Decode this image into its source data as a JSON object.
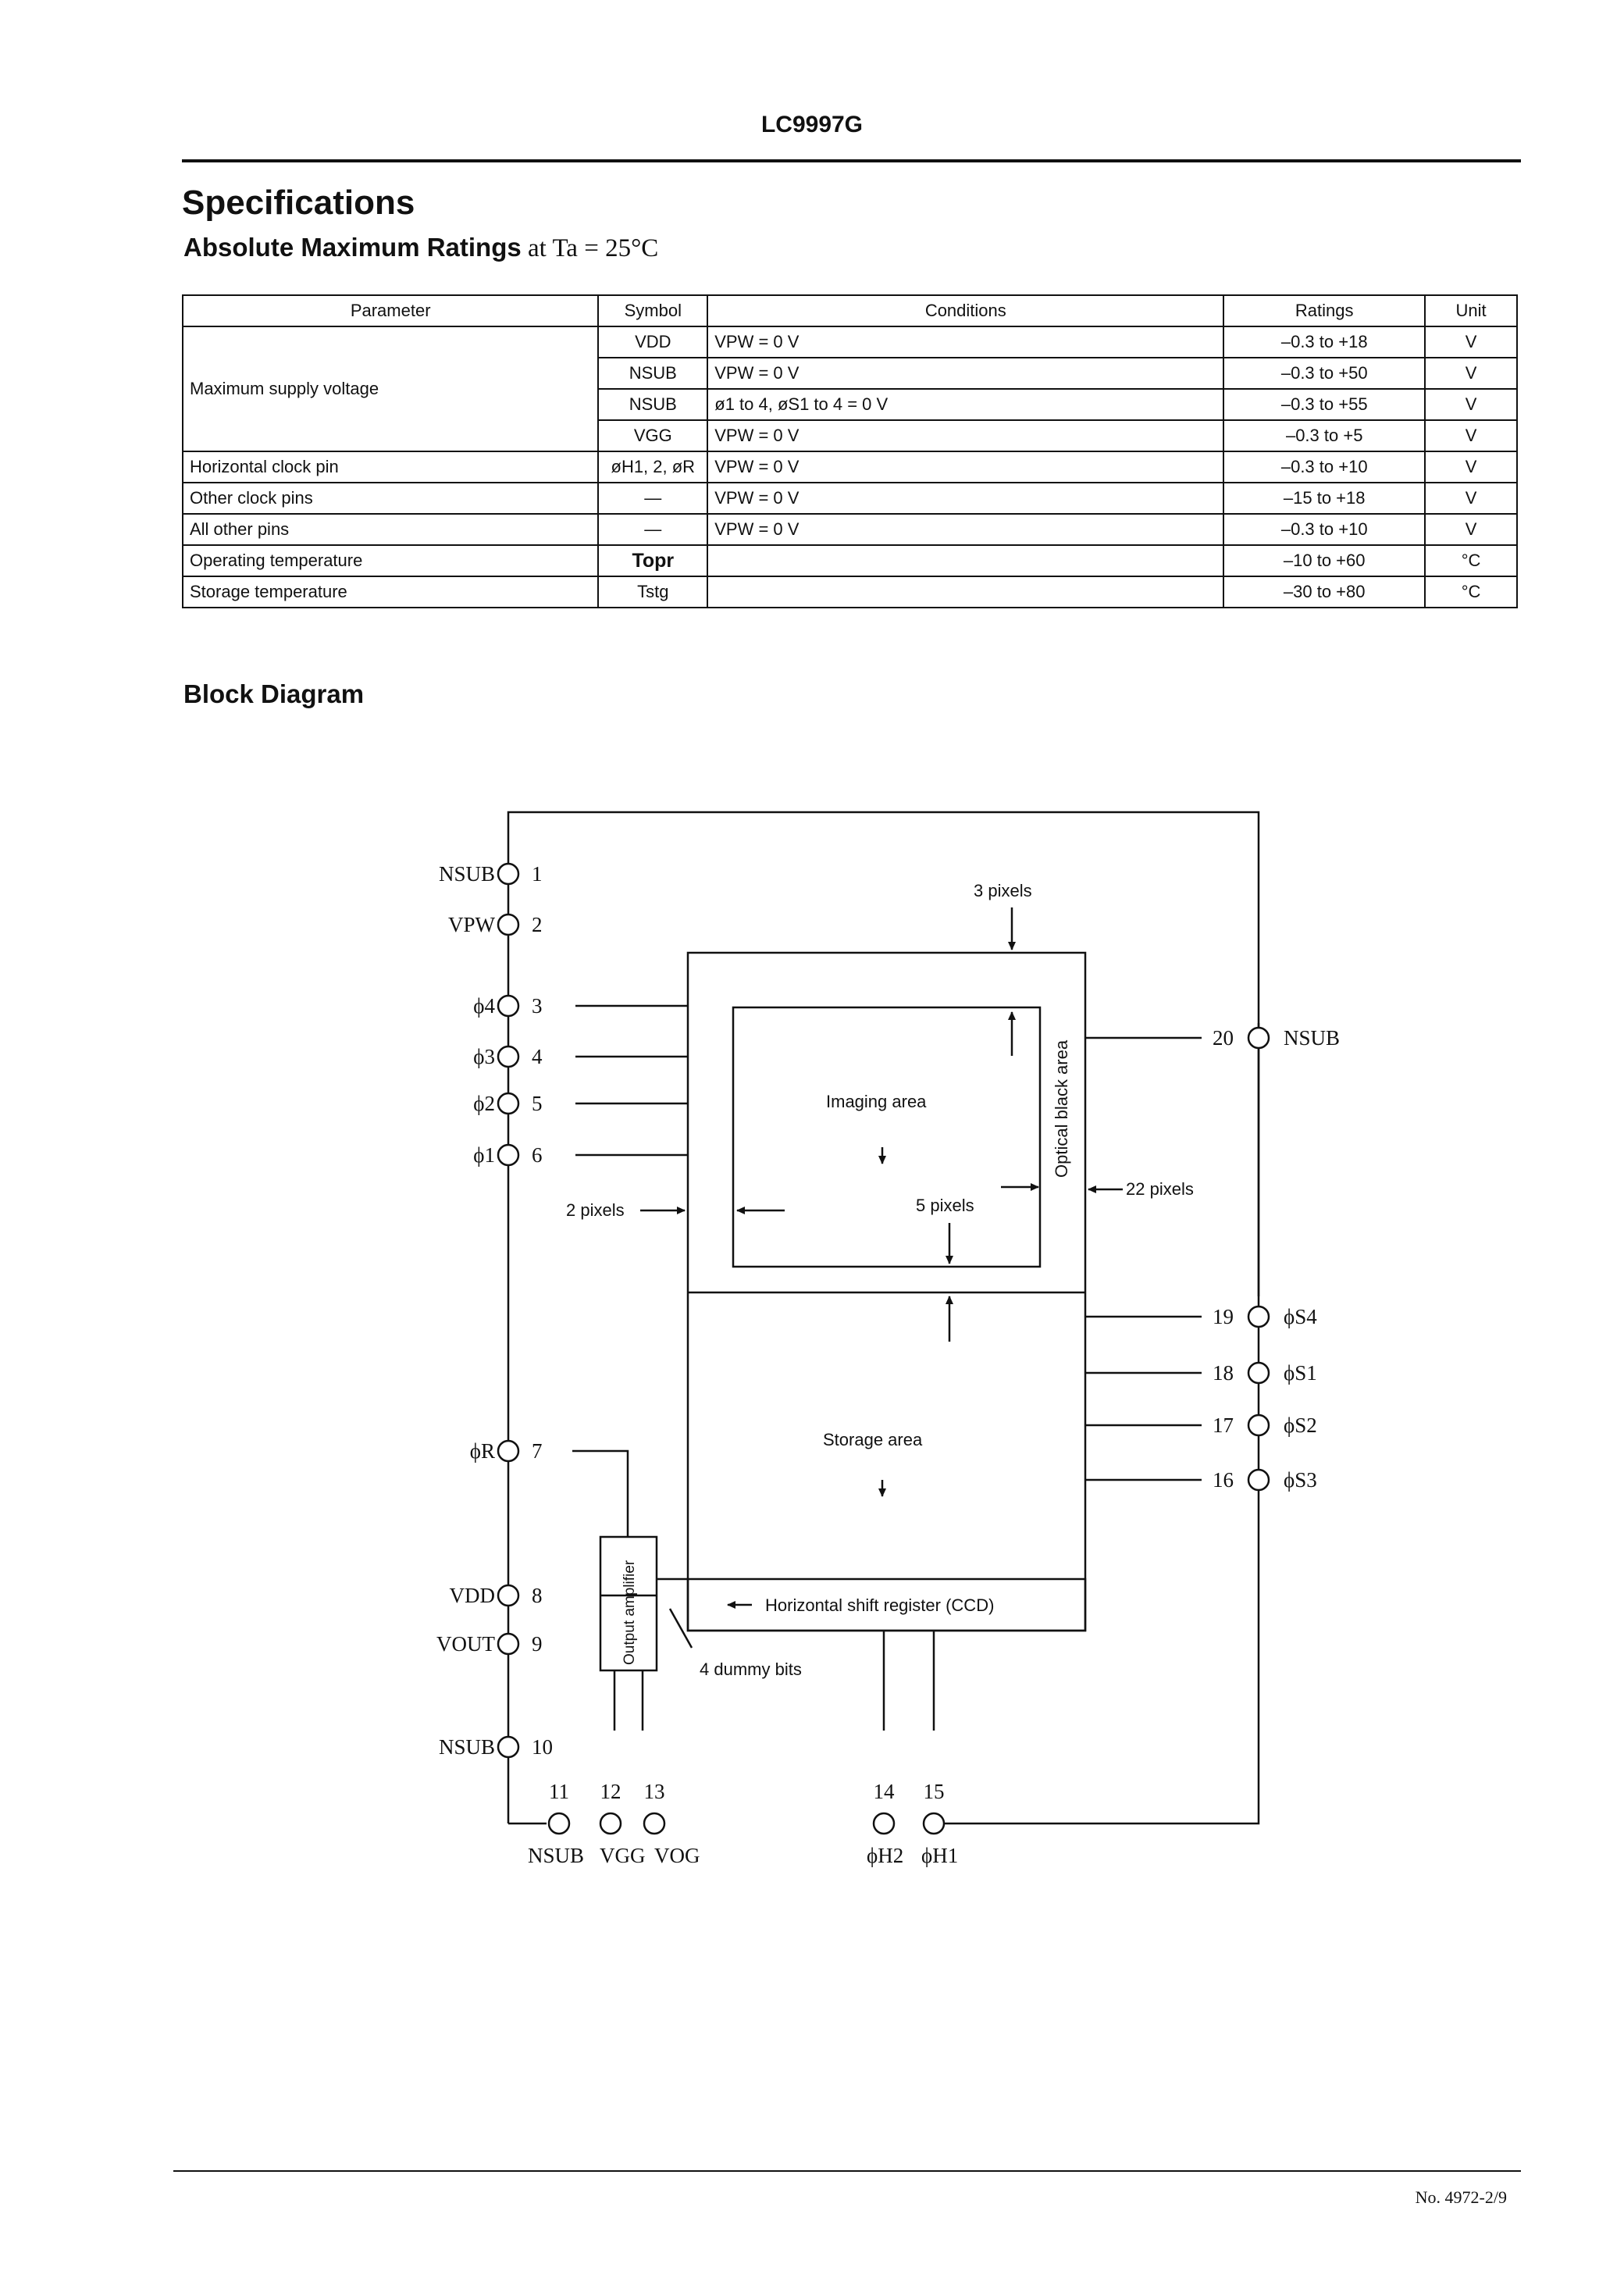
{
  "header": {
    "title": "LC9997G"
  },
  "sections": {
    "specifications": "Specifications",
    "abs_max_prefix": "Absolute Maximum Ratings",
    "abs_max_cond": " at Ta = 25°C",
    "block_diagram": "Block Diagram"
  },
  "table": {
    "headers": [
      "Parameter",
      "Symbol",
      "Conditions",
      "Ratings",
      "Unit"
    ],
    "group": {
      "parameter": "Maximum supply voltage",
      "rows": [
        {
          "symbol": "VDD",
          "conditions": "VPW = 0 V",
          "ratings": "–0.3 to +18",
          "unit": "V"
        },
        {
          "symbol": "NSUB",
          "conditions": "VPW = 0 V",
          "ratings": "–0.3 to +50",
          "unit": "V"
        },
        {
          "symbol": "NSUB",
          "conditions": "ø1 to 4, øS1 to 4 = 0 V",
          "ratings": "–0.3 to +55",
          "unit": "V"
        },
        {
          "symbol": "VGG",
          "conditions": "VPW = 0 V",
          "ratings": "–0.3 to +5",
          "unit": "V"
        }
      ]
    },
    "rows": [
      {
        "parameter": "Horizontal clock pin",
        "symbol": "øH1, 2, øR",
        "conditions": "VPW = 0 V",
        "ratings": "–0.3 to +10",
        "unit": "V"
      },
      {
        "parameter": "Other clock pins",
        "symbol": "—",
        "conditions": "VPW = 0 V",
        "ratings": "–15 to +18",
        "unit": "V"
      },
      {
        "parameter": "All other pins",
        "symbol": "—",
        "conditions": "VPW = 0 V",
        "ratings": "–0.3 to +10",
        "unit": "V"
      },
      {
        "parameter": "Operating temperature",
        "symbol": "Topr",
        "conditions": "",
        "ratings": "–10 to +60",
        "unit": "°C"
      },
      {
        "parameter": "Storage temperature",
        "symbol": "Tstg",
        "conditions": "",
        "ratings": "–30 to +80",
        "unit": "°C"
      }
    ]
  },
  "diagram": {
    "left_pins": [
      {
        "label": "NSUB",
        "num": "1"
      },
      {
        "label": "VPW",
        "num": "2"
      },
      {
        "label": "ϕ4",
        "num": "3"
      },
      {
        "label": "ϕ3",
        "num": "4"
      },
      {
        "label": "ϕ2",
        "num": "5"
      },
      {
        "label": "ϕ1",
        "num": "6"
      },
      {
        "label": "ϕR",
        "num": "7"
      },
      {
        "label": "VDD",
        "num": "8"
      },
      {
        "label": "VOUT",
        "num": "9"
      },
      {
        "label": "NSUB",
        "num": "10"
      }
    ],
    "right_pins": [
      {
        "label": "NSUB",
        "num": "20"
      },
      {
        "label": "ϕS4",
        "num": "19"
      },
      {
        "label": "ϕS1",
        "num": "18"
      },
      {
        "label": "ϕS2",
        "num": "17"
      },
      {
        "label": "ϕS3",
        "num": "16"
      }
    ],
    "bottom_pins": [
      {
        "num": "11",
        "label": "NSUB"
      },
      {
        "num": "12",
        "label": "VGG"
      },
      {
        "num": "13",
        "label": "VOG"
      },
      {
        "num": "14",
        "label": "ϕH2"
      },
      {
        "num": "15",
        "label": "ϕH1"
      }
    ],
    "labels": {
      "three_pixels": "3 pixels",
      "imaging_area": "Imaging area",
      "optical_black": "Optical black area",
      "two_pixels": "2 pixels",
      "five_pixels": "5 pixels",
      "twentytwo_pixels": "22 pixels",
      "storage_area": "Storage area",
      "output_amplifier": "Output amplifier",
      "hsr": "Horizontal shift register (CCD)",
      "dummy_bits": "4 dummy bits"
    }
  },
  "footer": {
    "doc_no": "No. 4972-2/9"
  }
}
